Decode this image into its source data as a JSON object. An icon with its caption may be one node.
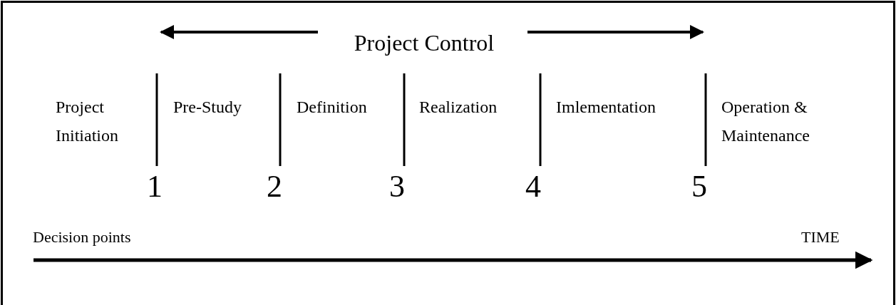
{
  "diagram": {
    "labels": [
      "Project Control",
      "Project Initiation",
      "Pre-Study",
      "Definition",
      "Realization",
      "Imlementation",
      "Operation & Maintenance",
      "1",
      "2",
      "3",
      "4",
      "5",
      "Decision points",
      "TIME"
    ]
  }
}
